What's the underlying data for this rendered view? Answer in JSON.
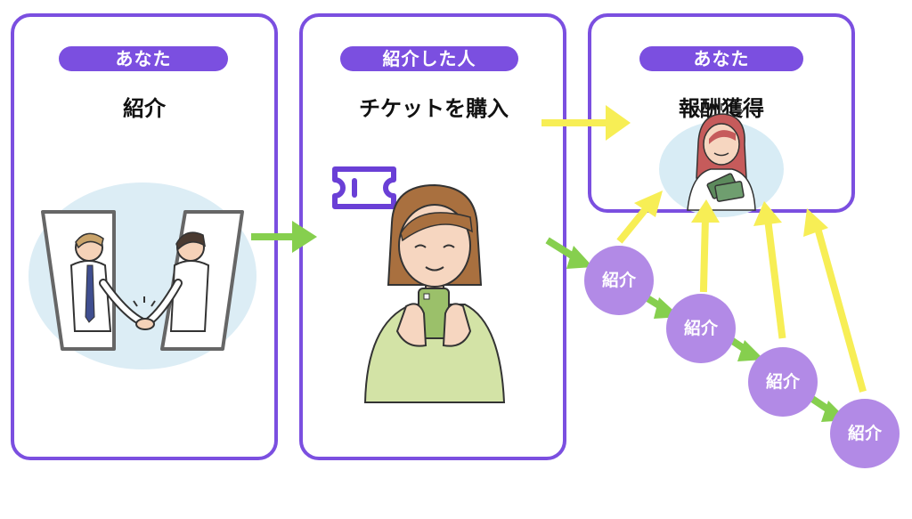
{
  "panels": [
    {
      "role": "あなた",
      "action": "紹介"
    },
    {
      "role": "紹介した人",
      "action": "チケットを購入"
    },
    {
      "role": "あなた",
      "action": "報酬獲得"
    }
  ],
  "chain": [
    "紹介",
    "紹介",
    "紹介",
    "紹介"
  ],
  "colors": {
    "purple": "#7b4fe0",
    "circle": "#b28ae6",
    "green": "#86cf4e",
    "yellow": "#f7ee55"
  }
}
